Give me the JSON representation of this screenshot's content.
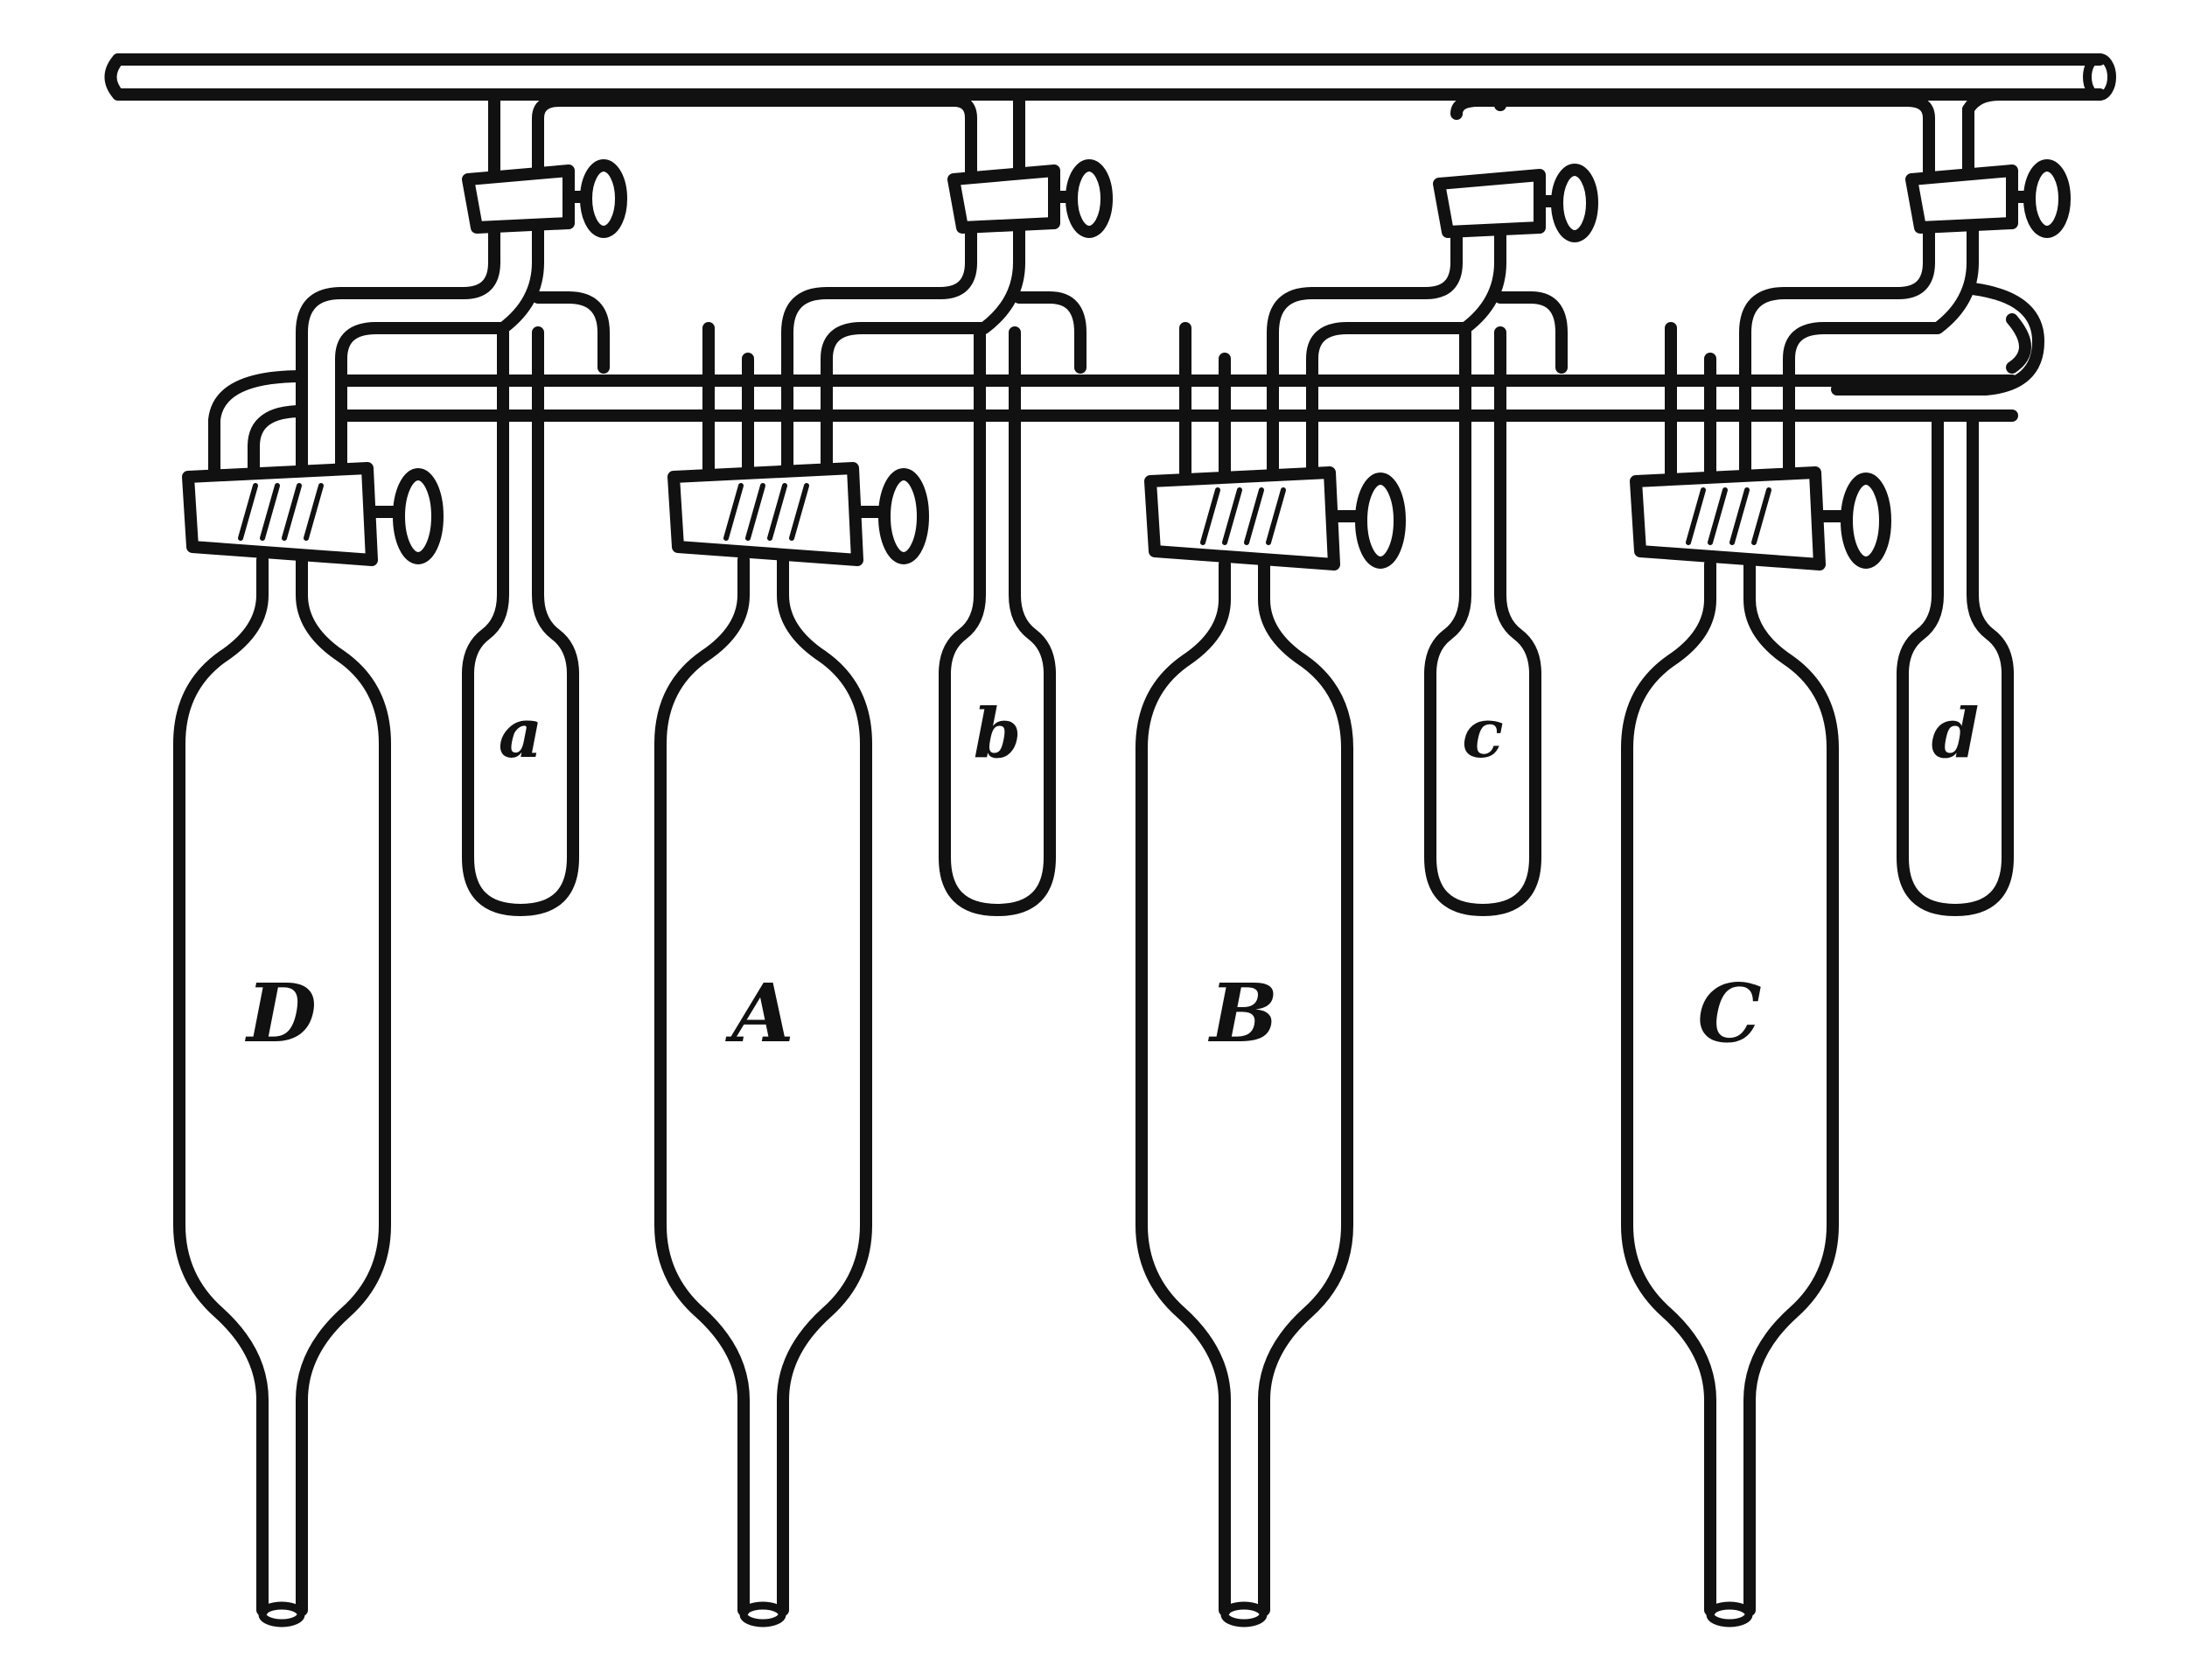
{
  "diagram": {
    "vessels": [
      {
        "id": "D",
        "label": "D"
      },
      {
        "id": "A",
        "label": "A"
      },
      {
        "id": "B",
        "label": "B"
      },
      {
        "id": "C",
        "label": "C"
      }
    ],
    "small_tubes": [
      {
        "id": "a",
        "label": "a"
      },
      {
        "id": "b",
        "label": "b"
      },
      {
        "id": "c",
        "label": "c"
      },
      {
        "id": "d",
        "label": "d"
      }
    ],
    "colors": {
      "ink": "#111111",
      "paper": "#ffffff"
    }
  }
}
